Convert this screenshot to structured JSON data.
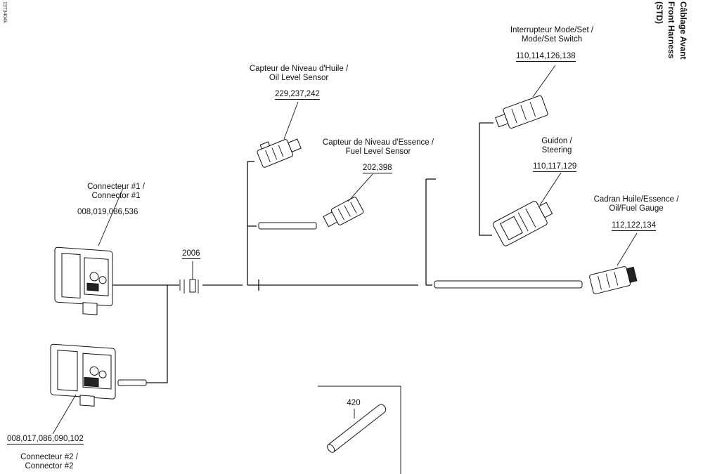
{
  "title": {
    "line1": "Câblage Avant",
    "line2": "Front Harness",
    "line3": "(STD)"
  },
  "drawing_id": "1373404k",
  "parts": {
    "connector1": {
      "label_fr": "Connecteur #1 /",
      "label_en": "Connector #1",
      "refs": "008,019,086,536"
    },
    "connector2": {
      "label_fr": "Connecteur #2 /",
      "label_en": "Connector #2",
      "refs": "008,017,086,090,102"
    },
    "oil_sensor": {
      "label_fr": "Capteur de Niveau d'Huile /",
      "label_en": "Oil Level Sensor",
      "refs": "229,237,242"
    },
    "fuel_sensor": {
      "label_fr": "Capteur de Niveau d'Essence /",
      "label_en": "Fuel Level Sensor",
      "refs": "202,398"
    },
    "mode_switch": {
      "label_fr": "Interrupteur Mode/Set /",
      "label_en": "Mode/Set Switch",
      "refs": "110,114,126,138"
    },
    "steering": {
      "label_fr": "Guidon /",
      "label_en": "Steering",
      "refs": "110,117,129"
    },
    "gauge": {
      "label_fr": "Cadran Huile/Essence /",
      "label_en": "Oil/Fuel Gauge",
      "refs": "112,122,134"
    },
    "clip": {
      "refs": "2006"
    },
    "sleeve": {
      "refs": "420"
    }
  }
}
